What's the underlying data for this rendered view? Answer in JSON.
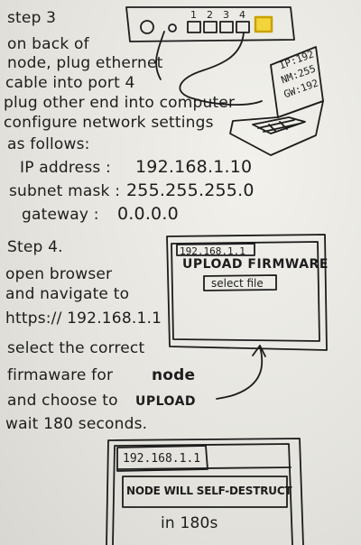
{
  "step3": {
    "heading": "step 3",
    "lines": [
      "on back of",
      "node, plug ethernet",
      "cable into port 4",
      "plug other end into computer",
      "configure network settings",
      "as follows:"
    ],
    "ip_label": "IP address :",
    "ip_value": "192.168.1.10",
    "mask_label": "subnet mask :",
    "mask_value": "255.255.255.0",
    "gateway_label": "gateway :",
    "gateway_value": "0.0.0.0"
  },
  "router": {
    "ports": [
      "1",
      "2",
      "3",
      "4"
    ]
  },
  "laptop_note": {
    "ip": "IP:192",
    "nm": "NM:255",
    "gw": "GW:192"
  },
  "step4": {
    "heading": "Step 4.",
    "lines": [
      "open browser",
      "and navigate to",
      "https:// 192.168.1.1",
      "select the correct",
      "firmaware for",
      "and choose to",
      "wait 180 seconds."
    ],
    "node_word": "node",
    "upload_word": "UPLOAD"
  },
  "browser1": {
    "address": "192.168.1.1",
    "title": "UPLOAD FIRMWARE",
    "button": "select file"
  },
  "browser2": {
    "address": "192.168.1.1",
    "message": "NODE WILL SELF-DESTRUCT",
    "countdown": "in 180s"
  }
}
